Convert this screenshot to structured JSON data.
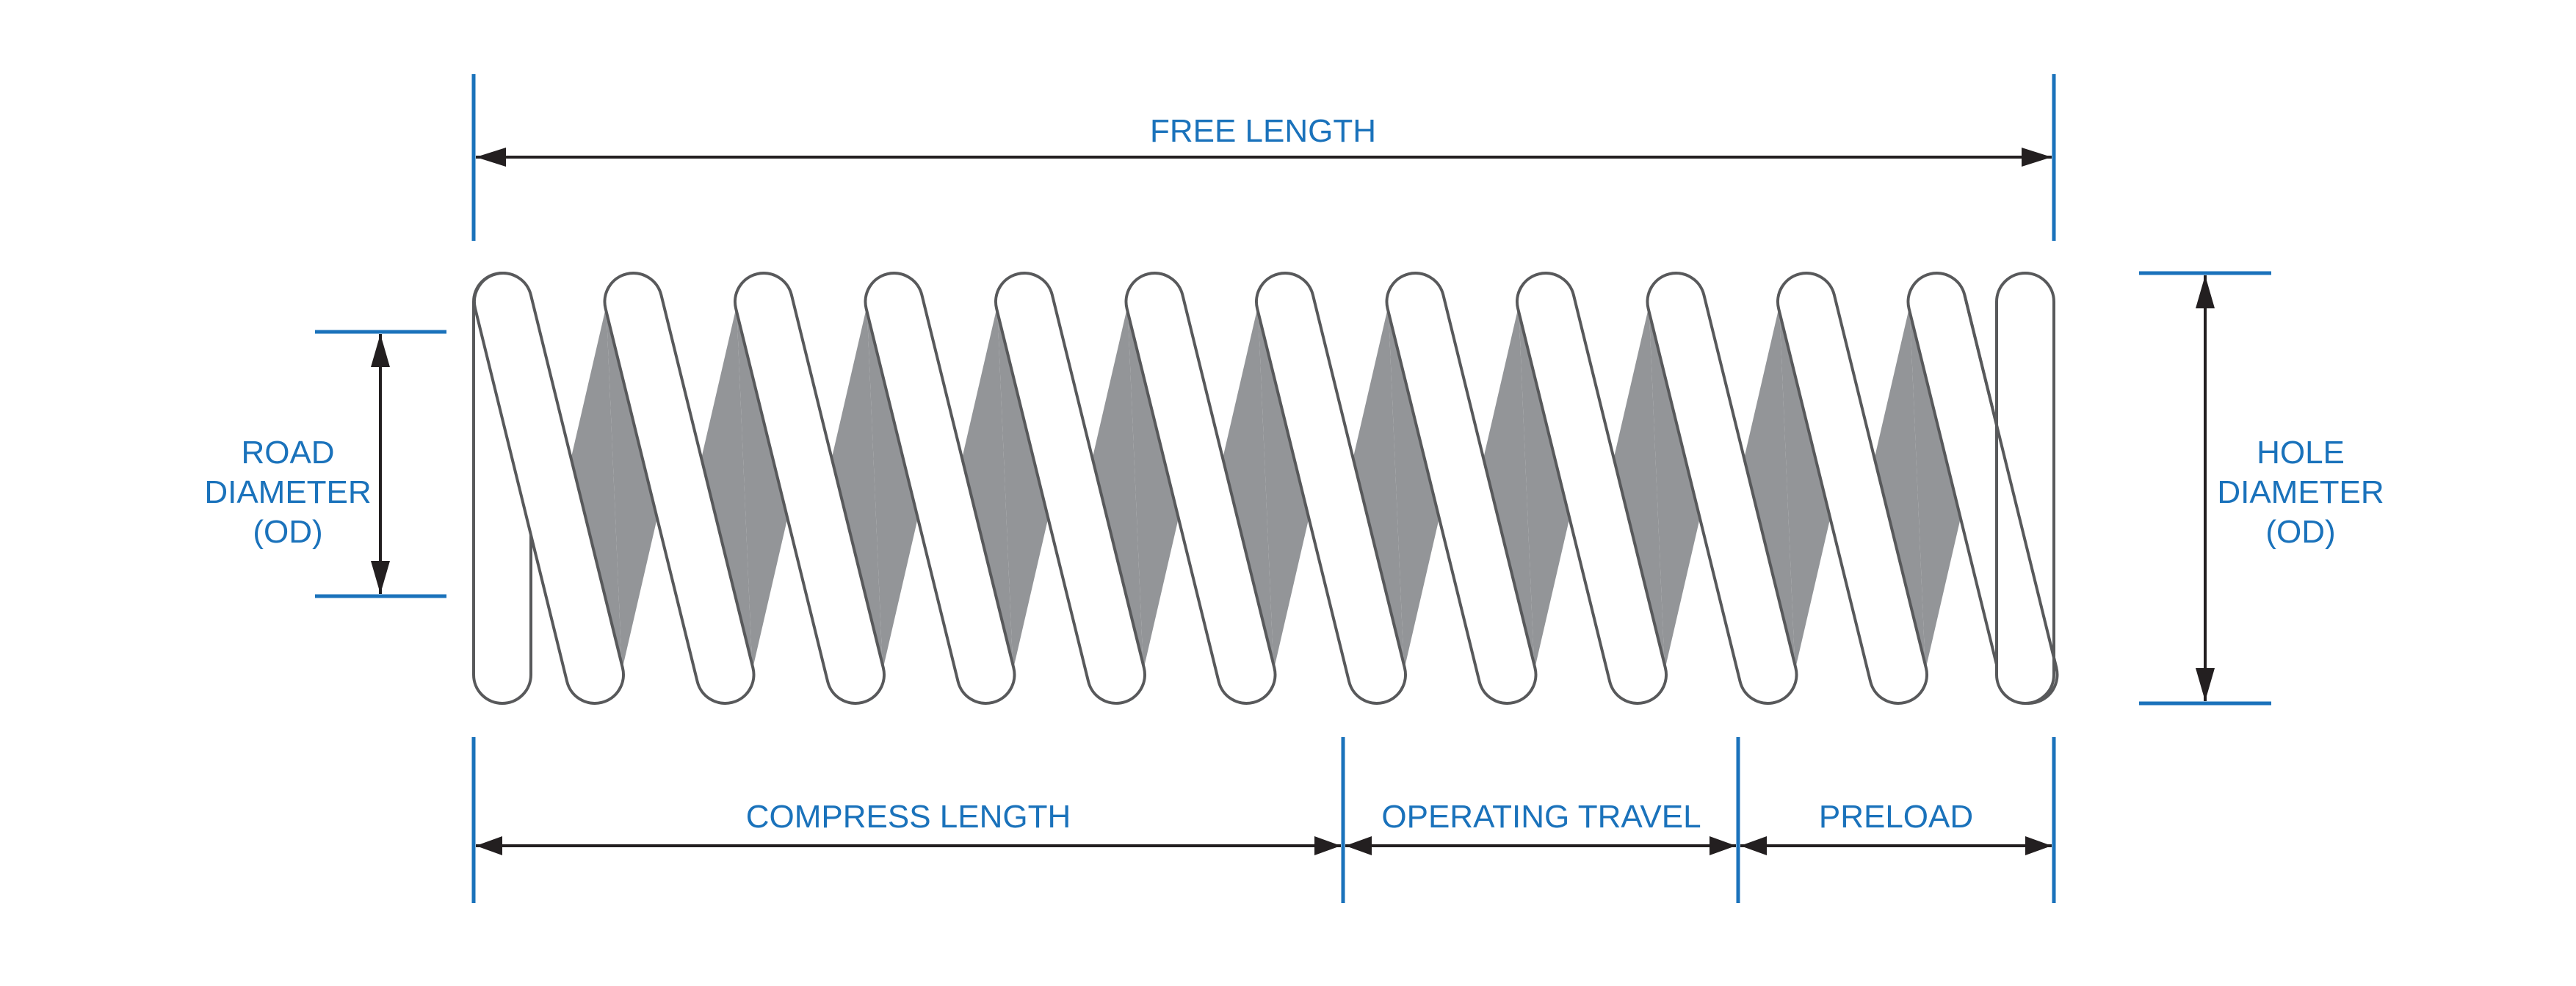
{
  "diagram": {
    "title": "Compression spring dimensions",
    "colors": {
      "dimension_accent": "#1a72bb",
      "arrow": "#231f20",
      "coil_outline": "#58595b",
      "coil_shade": "#939598",
      "background": "#ffffff"
    },
    "coil_count": 12,
    "labels": {
      "free_length": "FREE LENGTH",
      "road_diameter": [
        "ROAD",
        "DIAMETER",
        "(OD)"
      ],
      "hole_diameter": [
        "HOLE",
        "DIAMETER",
        "(OD)"
      ],
      "compress_length": "COMPRESS LENGTH",
      "operating_travel": "OPERATING TRAVEL",
      "preload": "PRELOAD"
    }
  }
}
